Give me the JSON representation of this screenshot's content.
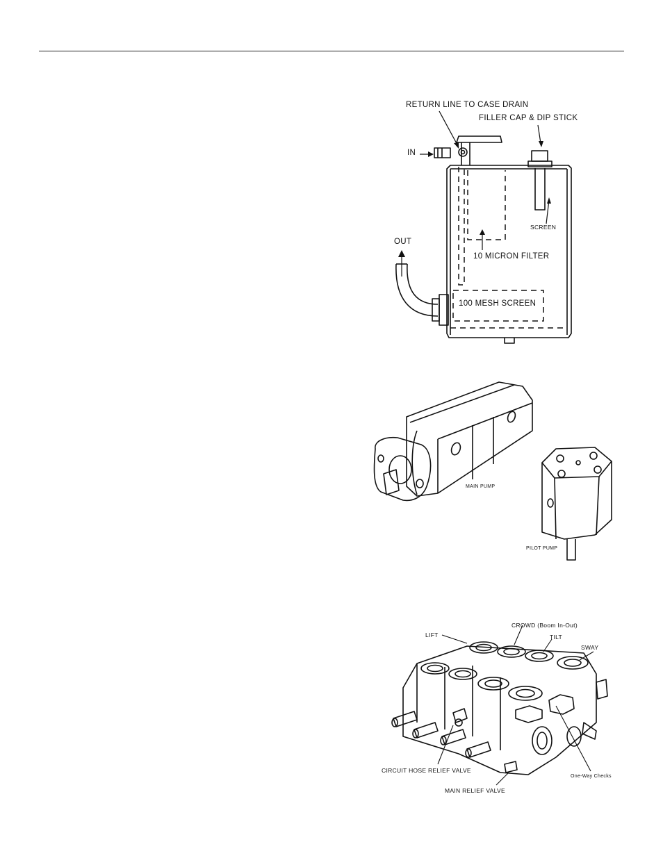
{
  "reservoir": {
    "return_line": "RETURN LINE TO CASE DRAIN",
    "filler_cap": "FILLER CAP & DIP STICK",
    "in": "IN",
    "screen": "SCREEN",
    "out": "OUT",
    "micron_filter": "10 MICRON FILTER",
    "mesh_screen": "100 MESH SCREEN"
  },
  "pumps": {
    "main_pump": "MAIN PUMP",
    "pilot_pump": "PILOT PUMP"
  },
  "valve": {
    "crowd": "CROWD (Boom In-Out)",
    "lift": "LIFT",
    "tilt": "TILT",
    "sway": "SWAY",
    "circuit_relief": "CIRCUIT HOSE RELIEF VALVE",
    "one_way": "One-Way Checks",
    "main_relief": "MAIN RELIEF VALVE"
  }
}
